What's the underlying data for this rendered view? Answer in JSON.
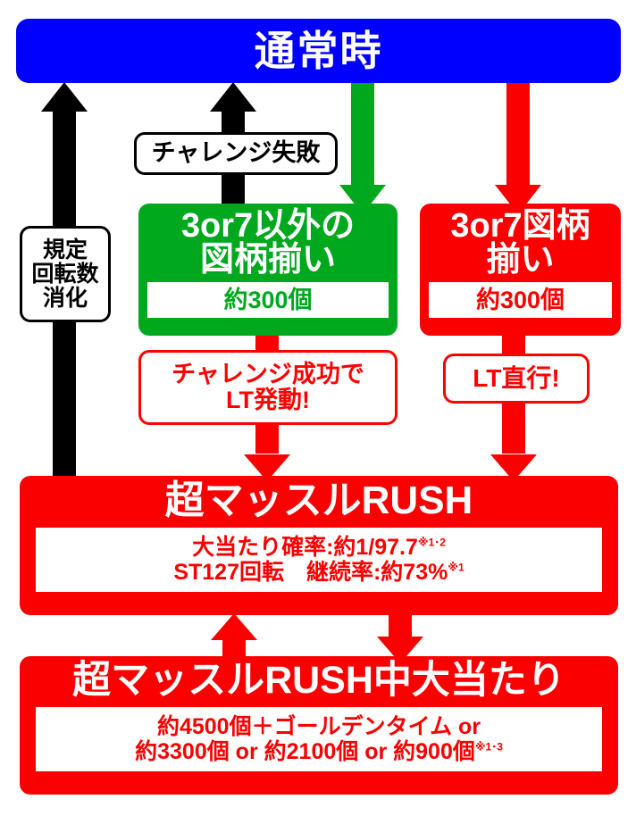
{
  "diagram": {
    "title": "通常時",
    "colors": {
      "normal_state": "#0000FF",
      "green_state": "#00A81E",
      "red_state": "#FA0000",
      "black_flow": "#000000",
      "white": "#FFFFFF"
    }
  },
  "header": {
    "label": "通常時"
  },
  "labels": {
    "spin_consumption": "規定\n回転数\n消化",
    "spin_consumption_lines": [
      "規定",
      "回転数",
      "消化"
    ],
    "challenge_fail": "チャレンジ失敗",
    "challenge_success": "チャレンジ成功で\nLT発動!",
    "challenge_success_lines": [
      "チャレンジ成功で",
      "LT発動!"
    ],
    "lt_direct": "LT直行!"
  },
  "boxes": {
    "green_pattern": {
      "title_lines": [
        "3or7以外の",
        "図柄揃い"
      ],
      "sub": "約300個"
    },
    "red_pattern": {
      "title_lines": [
        "3or7図柄",
        "揃い"
      ],
      "sub": "約300個"
    },
    "rush": {
      "title": "超マッスルRUSH",
      "sub_line1_main": "大当たり確率:約1/97.7",
      "sub_line1_mark": "※1･2",
      "sub_line2_main": "ST127回転　継続率:約73%",
      "sub_line2_mark": "※1"
    },
    "rush_jackpot": {
      "title": "超マッスルRUSH中大当たり",
      "sub_line1": "約4500個＋ゴールデンタイム or",
      "sub_line2_main": "約3300個 or 約2100個 or 約900個",
      "sub_line2_mark": "※1･3"
    }
  },
  "arrows": {
    "return_to_normal": "black-up-arrow-left",
    "fail_return": "black-up-arrow-center",
    "to_green": "green-down-arrow",
    "to_red": "red-down-arrow",
    "green_to_lt": "red-down-arrow-green-branch",
    "red_to_lt": "red-down-arrow-red-branch",
    "rush_to_jackpot": "red-down-arrow-rush",
    "jackpot_to_rush": "red-up-arrow-jackpot"
  }
}
